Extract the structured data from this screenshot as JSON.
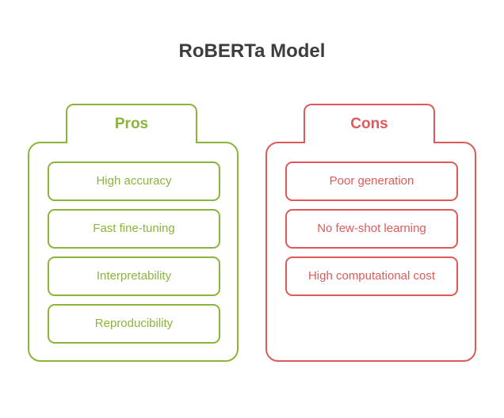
{
  "title": "RoBERTa Model",
  "colors": {
    "pros": "#8ab53a",
    "cons": "#de5a5a",
    "title": "#3d3d3d"
  },
  "pros": {
    "label": "Pros",
    "items": [
      "High accuracy",
      "Fast fine-tuning",
      "Interpretability",
      "Reproducibility"
    ]
  },
  "cons": {
    "label": "Cons",
    "items": [
      "Poor generation",
      "No few-shot learning",
      "High computational cost"
    ]
  }
}
